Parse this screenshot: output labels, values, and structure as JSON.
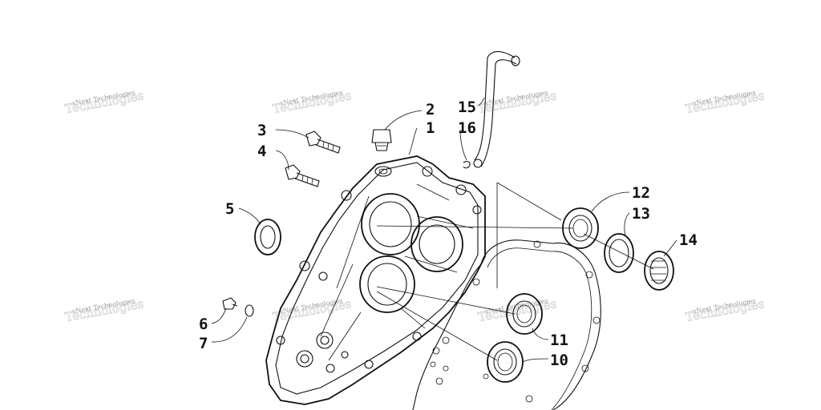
{
  "watermark_text": "vNext Technologies",
  "callouts": [
    {
      "id": "1",
      "label": "1"
    },
    {
      "id": "2",
      "label": "2"
    },
    {
      "id": "3",
      "label": "3"
    },
    {
      "id": "4",
      "label": "4"
    },
    {
      "id": "5",
      "label": "5"
    },
    {
      "id": "6",
      "label": "6"
    },
    {
      "id": "7",
      "label": "7"
    },
    {
      "id": "10",
      "label": "10"
    },
    {
      "id": "11",
      "label": "11"
    },
    {
      "id": "12",
      "label": "12"
    },
    {
      "id": "13",
      "label": "13"
    },
    {
      "id": "14",
      "label": "14"
    },
    {
      "id": "15",
      "label": "15"
    },
    {
      "id": "16",
      "label": "16"
    }
  ],
  "colors": {
    "line": "#111111",
    "background": "#ffffff",
    "watermark": "#9a9a9a"
  }
}
